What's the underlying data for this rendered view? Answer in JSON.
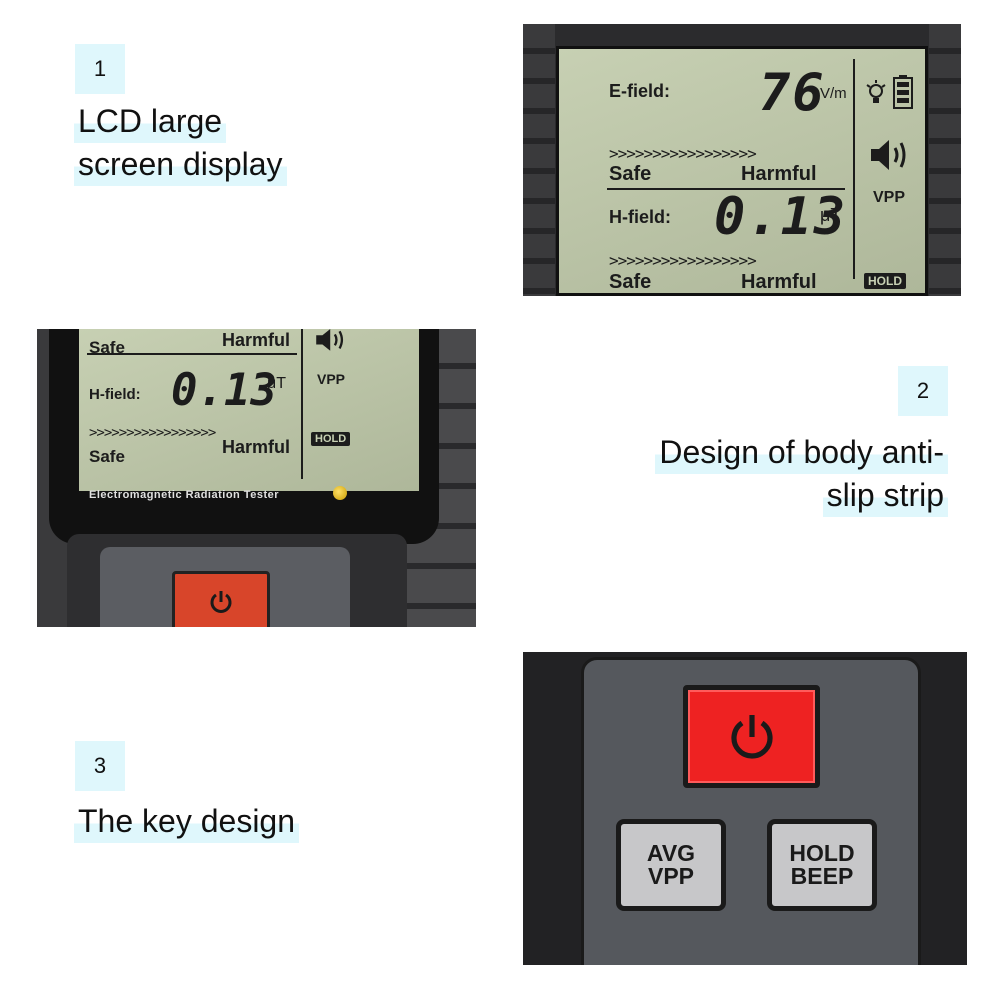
{
  "features": [
    {
      "number": "1",
      "caption_lines": [
        "LCD large",
        "screen display"
      ]
    },
    {
      "number": "2",
      "caption_lines": [
        "Design of body anti-",
        "slip strip"
      ]
    },
    {
      "number": "3",
      "caption_lines": [
        "The key design"
      ]
    }
  ],
  "lcd": {
    "efield_label": "E-field:",
    "efield_value": "76",
    "efield_unit": "V/m",
    "hfield_label": "H-field:",
    "hfield_value": "0.13",
    "hfield_unit": "μT",
    "arrows": ">>>>>>>>>>>>>>>>>",
    "safe": "Safe",
    "harmful": "Harmful",
    "vpp": "VPP",
    "hold": "HOLD"
  },
  "device": {
    "brand": "Electromagnetic Radiation Tester"
  },
  "keys": {
    "avg_line1": "AVG",
    "avg_line2": "VPP",
    "hold_line1": "HOLD",
    "hold_line2": "BEEP"
  },
  "colors": {
    "highlight": "#dff7fc",
    "lcd_bg": "#c7d0b3",
    "power_red": "#ee2222"
  }
}
